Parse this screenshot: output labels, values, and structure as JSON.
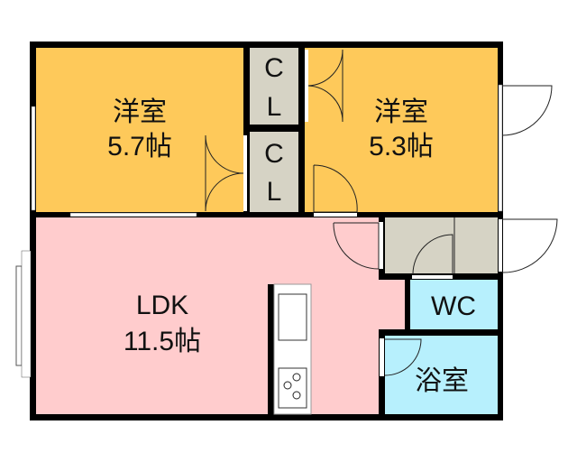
{
  "colors": {
    "western_room": "#fec95a",
    "closet": "#d6d3c5",
    "ldk": "#ffcccd",
    "wet": "#b7f0fd",
    "wall": "#000000"
  },
  "rooms": {
    "room1": {
      "name": "洋室",
      "size": "5.7帖"
    },
    "room2": {
      "name": "洋室",
      "size": "5.3帖"
    },
    "closet1": {
      "c": "C",
      "l": "L"
    },
    "closet2": {
      "c": "C",
      "l": "L"
    },
    "ldk": {
      "name": "LDK",
      "size": "11.5帖"
    },
    "wc": {
      "name": "WC"
    },
    "bath": {
      "name": "浴室"
    }
  }
}
